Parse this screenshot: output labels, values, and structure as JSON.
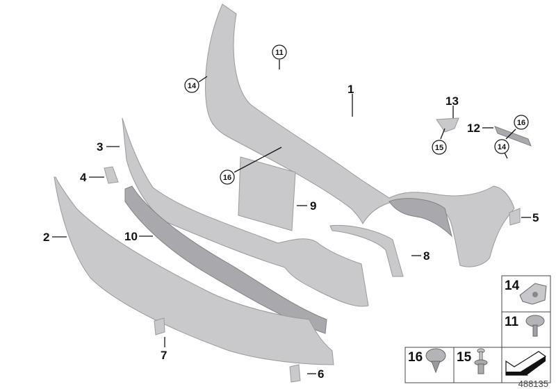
{
  "diagram": {
    "callouts": [
      {
        "id": "c1",
        "text": "1",
        "circled": false
      },
      {
        "id": "c2",
        "text": "2",
        "circled": false
      },
      {
        "id": "c3",
        "text": "3",
        "circled": false
      },
      {
        "id": "c4",
        "text": "4",
        "circled": false
      },
      {
        "id": "c5",
        "text": "5",
        "circled": false
      },
      {
        "id": "c6",
        "text": "6",
        "circled": false
      },
      {
        "id": "c7",
        "text": "7",
        "circled": false
      },
      {
        "id": "c8",
        "text": "8",
        "circled": false
      },
      {
        "id": "c9",
        "text": "9",
        "circled": false
      },
      {
        "id": "c10",
        "text": "10",
        "circled": false
      },
      {
        "id": "c11",
        "text": "11",
        "circled": true
      },
      {
        "id": "c12",
        "text": "12",
        "circled": false
      },
      {
        "id": "c13",
        "text": "13",
        "circled": false
      },
      {
        "id": "c14a",
        "text": "14",
        "circled": true
      },
      {
        "id": "c14b",
        "text": "14",
        "circled": true
      },
      {
        "id": "c15",
        "text": "15",
        "circled": true
      },
      {
        "id": "c16a",
        "text": "16",
        "circled": true
      },
      {
        "id": "c16b",
        "text": "16",
        "circled": true
      }
    ],
    "inset_boxes": [
      {
        "text": "14",
        "part": "clip-nut"
      },
      {
        "text": "11",
        "part": "screw-with-washer"
      },
      {
        "text": "16",
        "part": "self-tapping-screw"
      },
      {
        "text": "15",
        "part": "expanding-rivet"
      },
      {
        "text": "",
        "part": "direction-arrow"
      }
    ],
    "reference_number": "488135",
    "colors": {
      "part": "#c9c9cc",
      "part_dark": "#a9a9ad",
      "text": "#111111"
    }
  }
}
